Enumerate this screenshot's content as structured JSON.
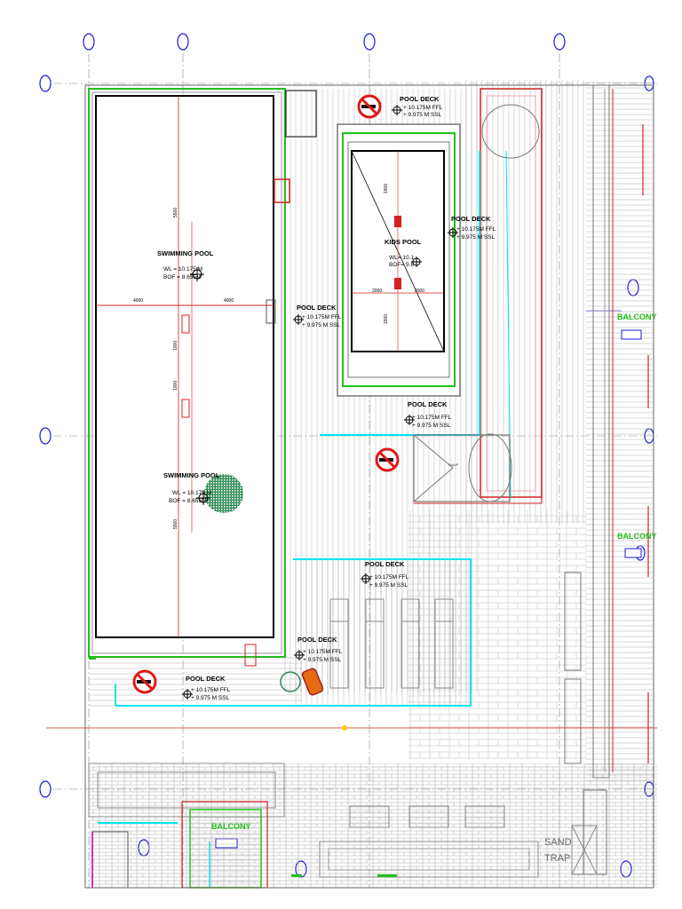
{
  "labels": {
    "swimming_pool_top": "SWIMMING POOL",
    "swimming_pool_top_wl": "WL = 10.175 M",
    "swimming_pool_top_bof": "BOF = 8.655M",
    "swimming_pool_bottom": "SWIMMING POOL",
    "swimming_pool_bottom_wl": "WL = 10.175 M",
    "swimming_pool_bottom_bof": "BOF = 8.655M",
    "kids_pool": "KIDS POOL",
    "kids_pool_wl": "WL= 10.1",
    "kids_pool_bof": "BOF= 9.6",
    "deck_top": "POOL DECK",
    "deck_top_ffl": "+ 10.175M FFL",
    "deck_top_ssl": "+ 9.975 M SSL",
    "deck_right": "POOL DECK",
    "deck_right_ffl": "+ 10.175M FFL",
    "deck_right_ssl": "+ 9.975 M SSL",
    "deck_mid": "POOL DECK",
    "deck_mid_ffl": "+ 10.175M FFL",
    "deck_mid_ssl": "+ 9.975 M SSL",
    "deck_ramp": "POOL DECK",
    "deck_ramp_ffl": "+ 10.175M FFL",
    "deck_ramp_ssl": "+ 9.975 M SSL",
    "deck_lounge": "POOL DECK",
    "deck_lounge_ffl": "+ 10.175M FFL",
    "deck_lounge_ssl": "+ 9.975 M SSL",
    "deck_low": "POOL DECK",
    "deck_low_ffl": "+ 10.175M FFL",
    "deck_low_ssl": "+ 9.975 M SSL",
    "deck_bl": "POOL DECK",
    "deck_bl_ffl": "+ 10.175M FFL",
    "deck_bl_ssl": "+ 9.975 M SSL",
    "balcony_1": "BALCONY",
    "balcony_2": "BALCONY",
    "balcony_3": "BALCONY",
    "sand": "SAND",
    "trap": "TRAP",
    "dim_4000_left": "4000",
    "dim_4000_right": "4000",
    "dim_2000_left": "2000",
    "dim_2000_right": "2000",
    "dim_5500": "5500",
    "dim_1000_a": "1000",
    "dim_1000_b": "1000",
    "dim_5500_b": "5500",
    "dim_1900_a": "1900",
    "dim_1900_b": "1900",
    "ramp": "RAMP"
  },
  "colors": {
    "cad_green": "#22c01a",
    "cad_red": "#d42020",
    "cad_cyan": "#00e5f0",
    "cad_blue": "#1a1adc",
    "hatch_gray": "#9a9a9a",
    "no_smoking_red": "#e01818"
  }
}
